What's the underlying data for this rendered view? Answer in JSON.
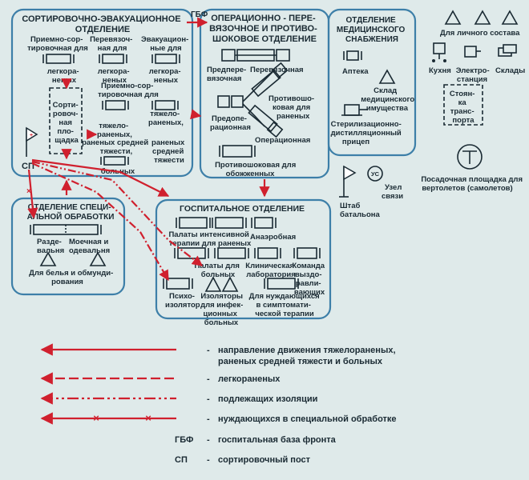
{
  "colors": {
    "background": "#dfeaea",
    "department_border": "#3d7fa8",
    "route": "#d0202e",
    "ink": "#1a2a33"
  },
  "departments": {
    "sorting": {
      "title": [
        "СОРТИРОВОЧНО-ЭВАКУАЦИОННОЕ",
        "ОТДЕЛЕНИЕ"
      ],
      "receiving_light": [
        "Приемно-сор-",
        "тировочная для"
      ],
      "dressing": [
        "Перевязоч-",
        "ная для"
      ],
      "evacuation": [
        "Эвакуацион-",
        "ные для"
      ],
      "lightly_wounded_1": [
        "легкора-",
        "неных"
      ],
      "lightly_wounded_2": [
        "легкора-",
        "неных"
      ],
      "lightly_wounded_3": [
        "легкора-",
        "неных"
      ],
      "receiving_heavy": [
        "Приемно-сор-",
        "тировочная для"
      ],
      "platform": [
        "Сорти-",
        "ровоч-",
        "ная",
        "пло-",
        "щадка"
      ],
      "heavy_left": [
        "тяжело-",
        "раненых,"
      ],
      "heavy_right": [
        "тяжело-",
        "раненых,"
      ],
      "medium_left": [
        "раненых средней",
        "тяжести,"
      ],
      "medium_right": [
        "раненых",
        "средней",
        "тяжести"
      ],
      "sick": "больных"
    },
    "operating": {
      "title": [
        "ОПЕРАЦИОННО - ПЕРЕ-",
        "ВЯЗОЧНОЕ И ПРОТИВО-",
        "ШОКОВОЕ ОТДЕЛЕНИЕ"
      ],
      "pre_dressing": [
        "Предпере-",
        "вязочная"
      ],
      "dressing": "Перевязочная",
      "antishock_wounded": [
        "Противошо-",
        "ковая для",
        "раненых"
      ],
      "pre_operating": [
        "Предопе-",
        "рационная"
      ],
      "operating": "Операционная",
      "antishock_burned": [
        "Противошоковая для",
        "обожженных"
      ]
    },
    "supply": {
      "title": [
        "ОТДЕЛЕНИЕ",
        "МЕДИЦИНСКОГО",
        "СНАБЖЕНИЯ"
      ],
      "pharmacy": "Аптека",
      "warehouse": [
        "Склад",
        "медицинского",
        "имущества"
      ],
      "trailer": [
        "Стерилизационно-",
        "дистилляционный",
        "прицеп"
      ]
    },
    "special": {
      "title": [
        "ОТДЕЛЕНИЕ СПЕЦИ-",
        "АЛЬНОЙ ОБРАБОТКИ"
      ],
      "undressing": [
        "Разде-",
        "вальня"
      ],
      "washing": [
        "Моечная и",
        "одевальня"
      ],
      "linen": [
        "Для белья и обмунди-",
        "рования"
      ]
    },
    "hospital": {
      "title": "ГОСПИТАЛЬНОЕ ОТДЕЛЕНИЕ",
      "intensive": [
        "Палаты интенсивной",
        "терапии для раненых"
      ],
      "anaerobic": "Анаэробная",
      "sick_wards": [
        "Палаты для",
        "больных"
      ],
      "lab": [
        "Клиническая",
        "лаборатория"
      ],
      "recovery": [
        "Команда",
        "выздо-",
        "равли-",
        "вающих"
      ],
      "psycho": [
        "Психо-",
        "изолятор"
      ],
      "infectious": [
        "Изоляторы",
        "для инфек-",
        "ционных",
        "больных"
      ],
      "symptomatic": [
        "Для нуждающихся",
        "в симптомати-",
        "ческой терапии"
      ]
    }
  },
  "facilities": {
    "staff_tents": [
      "Для личного состава"
    ],
    "kitchen": "Кухня",
    "power": [
      "Электро-",
      "станция"
    ],
    "stores": "Склады",
    "parking": [
      "Стоян-",
      "ка",
      "транс-",
      "порта"
    ],
    "helipad": [
      "Посадочная площадка для",
      "вертолетов (самолетов)"
    ],
    "hq_flag": [
      "Штаб",
      "батальона"
    ],
    "comms": [
      "Узел",
      "связи"
    ],
    "comms_symbol": "УС",
    "sp_label": "СП",
    "gbf_label": "ГБФ"
  },
  "legend": [
    {
      "key": "",
      "text": [
        "направление движения тяжелораненых,",
        "раненых средней тяжести и больных"
      ]
    },
    {
      "key": "",
      "text": [
        "легкораненых"
      ]
    },
    {
      "key": "",
      "text": [
        "подлежащих изоляции"
      ]
    },
    {
      "key": "",
      "text": [
        "нуждающихся в специальной обработке"
      ]
    },
    {
      "key": "ГБФ",
      "text": [
        "госпитальная база фронта"
      ]
    },
    {
      "key": "СП",
      "text": [
        "сортировочный пост"
      ]
    }
  ],
  "legend_dash": "-"
}
